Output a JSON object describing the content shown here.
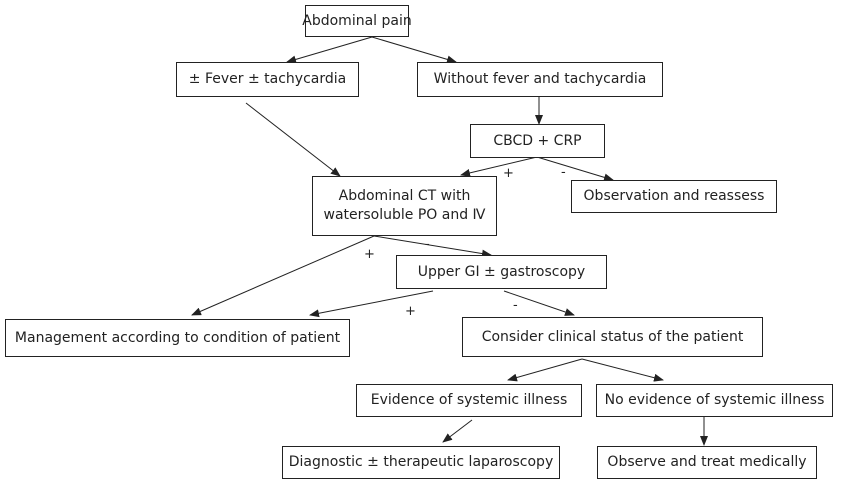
{
  "nodes": {
    "abdominal_pain": "Abdominal pain",
    "fever_tachy": "± Fever ± tachycardia",
    "without_fever": "Without fever and tachycardia",
    "cbcd_crp": "CBCD + CRP",
    "abdominal_ct_line1": "Abdominal CT with",
    "abdominal_ct_line2": "watersoluble PO and Ⅳ",
    "observation": "Observation and reassess",
    "upper_gi": "Upper GI ± gastroscopy",
    "management": "Management according to condition of patient",
    "clinical_status": "Consider clinical status of the patient",
    "systemic_illness": "Evidence of systemic illness",
    "no_systemic_illness": "No evidence of systemic illness",
    "laparoscopy": "Diagnostic ± therapeutic laparoscopy",
    "observe_treat": "Observe and treat medically"
  },
  "signs": {
    "cbcd_positive": "+",
    "cbcd_negative": "-",
    "ct_positive": "+",
    "ct_negative": "-",
    "gi_positive": "+",
    "gi_negative": "-"
  }
}
